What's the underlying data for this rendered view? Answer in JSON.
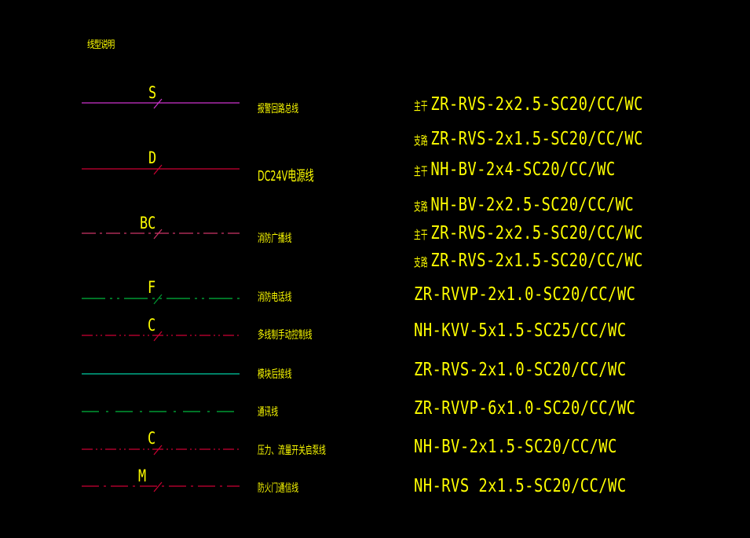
{
  "title": "线型说明",
  "colors": {
    "background": "#000000",
    "text": "#ffff00",
    "magenta": "#cc33cc",
    "red": "#cc0033",
    "green": "#009933",
    "teal": "#00aa88"
  },
  "legend": [
    {
      "symbol": "S",
      "description": "报警回路总线",
      "color": "#cc33cc",
      "style": "solid",
      "slash": true
    },
    {
      "symbol": "D",
      "description": "DC24V电源线",
      "color": "#cc0033",
      "style": "solid",
      "slash": true
    },
    {
      "symbol": "BC",
      "description": "消防广播线",
      "color": "#cc3366",
      "style": "dashdot",
      "slash": true
    },
    {
      "symbol": "F",
      "description": "消防电话线",
      "color": "#009933",
      "style": "dashdotdot",
      "slash": true
    },
    {
      "symbol": "C",
      "description": "多线制手动控制线",
      "color": "#cc0033",
      "style": "dashdot-fine",
      "slash": true
    },
    {
      "symbol": "",
      "description": "模块后接线",
      "color": "#00aa88",
      "style": "solid",
      "slash": false
    },
    {
      "symbol": "",
      "description": "通讯线",
      "color": "#009933",
      "style": "dashdot-wide",
      "slash": false
    },
    {
      "symbol": "C",
      "description": "压力、流量开关启泵线",
      "color": "#cc0033",
      "style": "dashdot-fine",
      "slash": true
    },
    {
      "symbol": "M",
      "description": "防火门通信线",
      "color": "#cc0033",
      "style": "dashdot",
      "slash": true
    }
  ],
  "specs": [
    {
      "prefix": "主干",
      "text": "ZR-RVS-2x2.5-SC20/CC/WC"
    },
    {
      "prefix": "支路",
      "text": "ZR-RVS-2x1.5-SC20/CC/WC"
    },
    {
      "prefix": "主干",
      "text": "NH-BV-2x4-SC20/CC/WC"
    },
    {
      "prefix": "支路",
      "text": "NH-BV-2x2.5-SC20/CC/WC"
    },
    {
      "prefix": "主干",
      "text": "ZR-RVS-2x2.5-SC20/CC/WC"
    },
    {
      "prefix": "支路",
      "text": "ZR-RVS-2x1.5-SC20/CC/WC"
    },
    {
      "prefix": "",
      "text": "ZR-RVVP-2x1.0-SC20/CC/WC"
    },
    {
      "prefix": "",
      "text": "NH-KVV-5x1.5-SC25/CC/WC"
    },
    {
      "prefix": "",
      "text": "ZR-RVS-2x1.0-SC20/CC/WC"
    },
    {
      "prefix": "",
      "text": "ZR-RVVP-6x1.0-SC20/CC/WC"
    },
    {
      "prefix": "",
      "text": "NH-BV-2x1.5-SC20/CC/WC"
    },
    {
      "prefix": "",
      "text": "NH-RVS 2x1.5-SC20/CC/WC"
    }
  ]
}
